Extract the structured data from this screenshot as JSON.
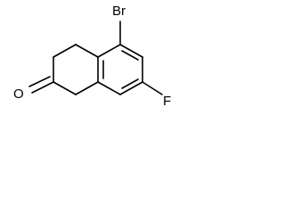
{
  "molecule": {
    "atoms": {
      "bromine": "Br",
      "fluorine": "F",
      "oxygen": "O"
    }
  }
}
